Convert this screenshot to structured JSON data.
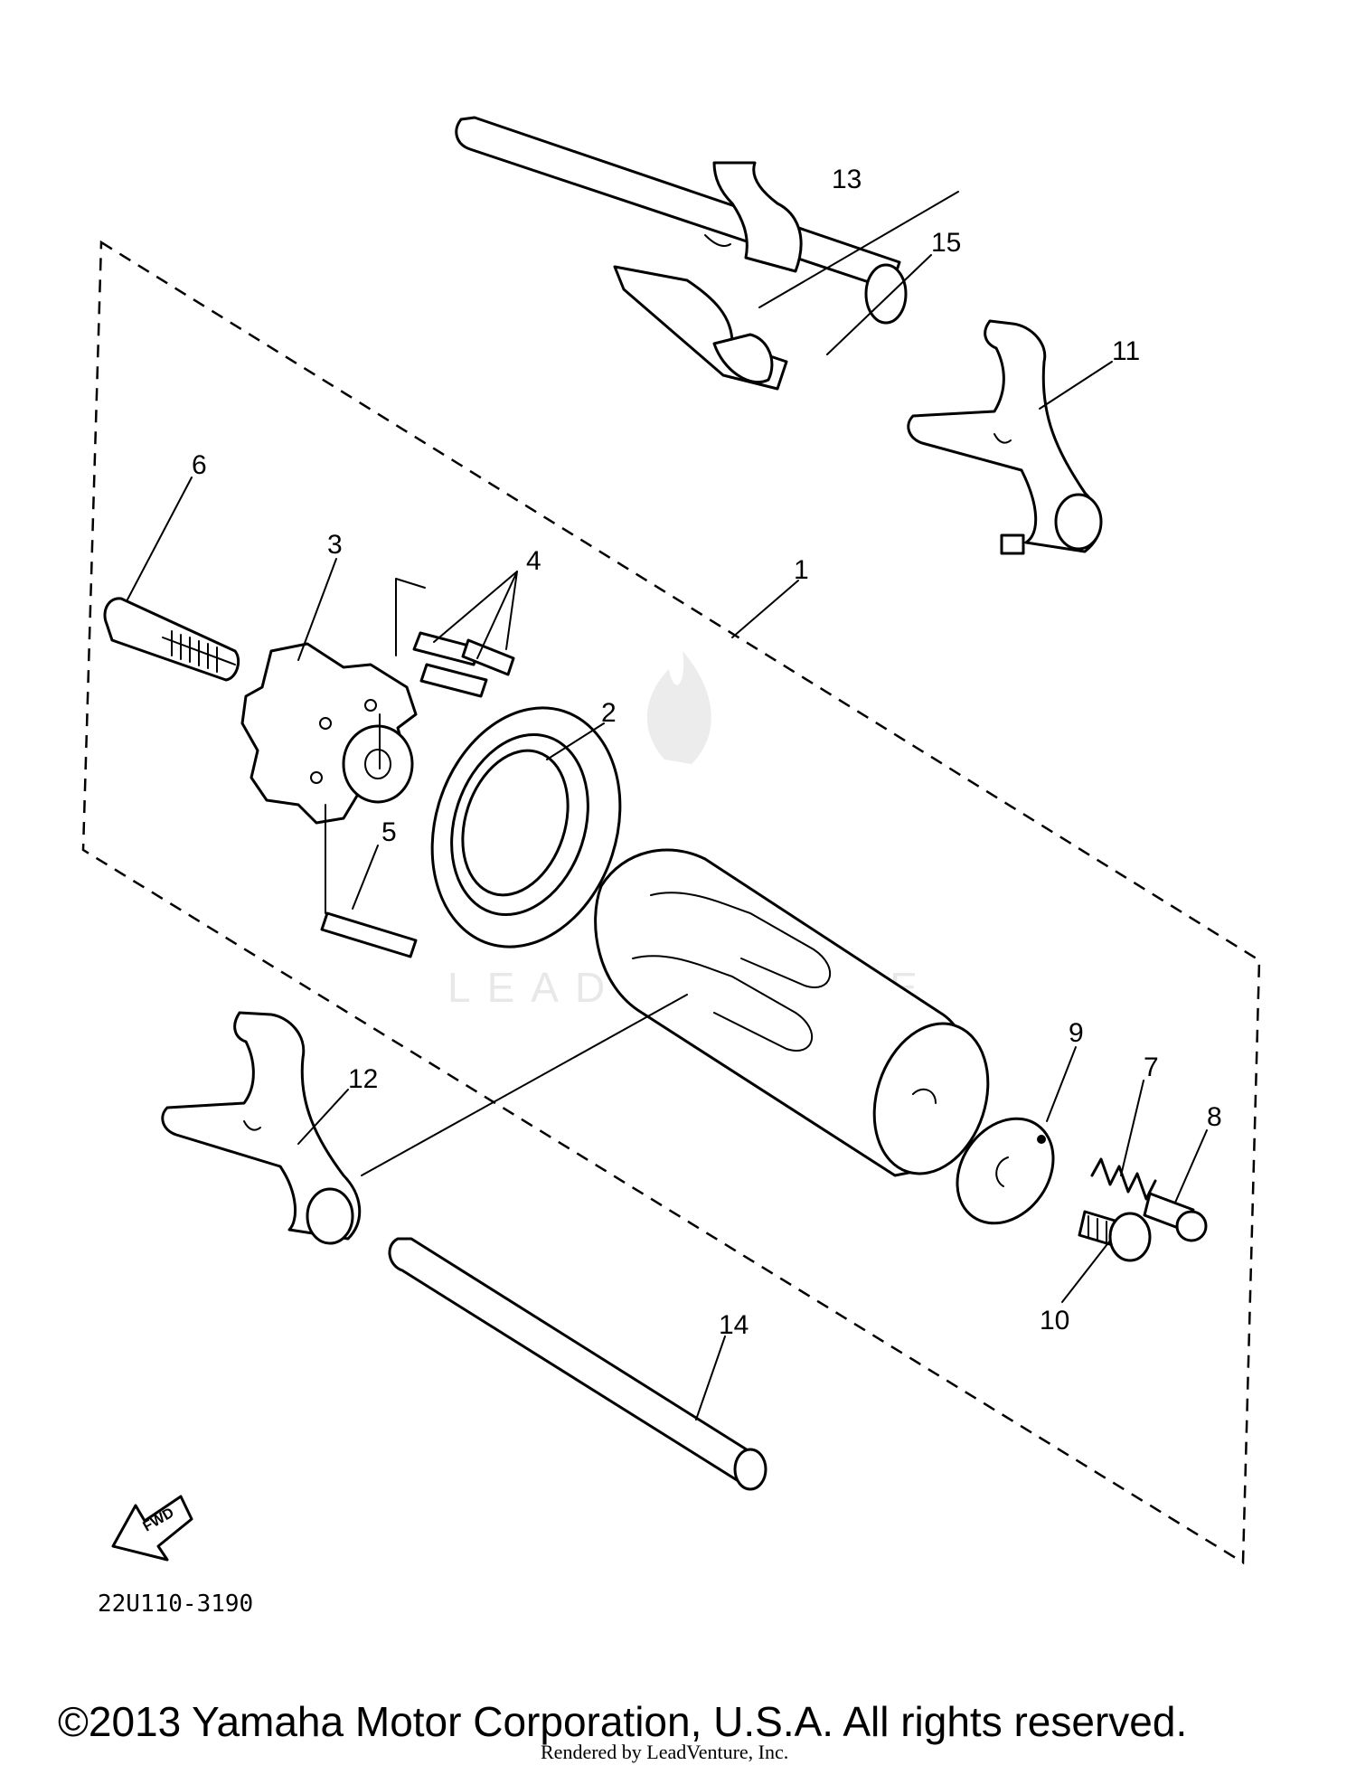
{
  "callouts": {
    "c1": "1",
    "c2": "2",
    "c3": "3",
    "c4": "4",
    "c5": "5",
    "c6": "6",
    "c7": "7",
    "c8": "8",
    "c9": "9",
    "c10": "10",
    "c11": "11",
    "c12": "12",
    "c13": "13",
    "c14": "14",
    "c15": "15"
  },
  "fwd_label": "FWD",
  "diagram_code": "22U110-3190",
  "copyright": "©2013 Yamaha Motor Corporation, U.S.A. All rights reserved.",
  "rendered_by": "Rendered by LeadVenture, Inc.",
  "watermark": "LEADVENTURE"
}
